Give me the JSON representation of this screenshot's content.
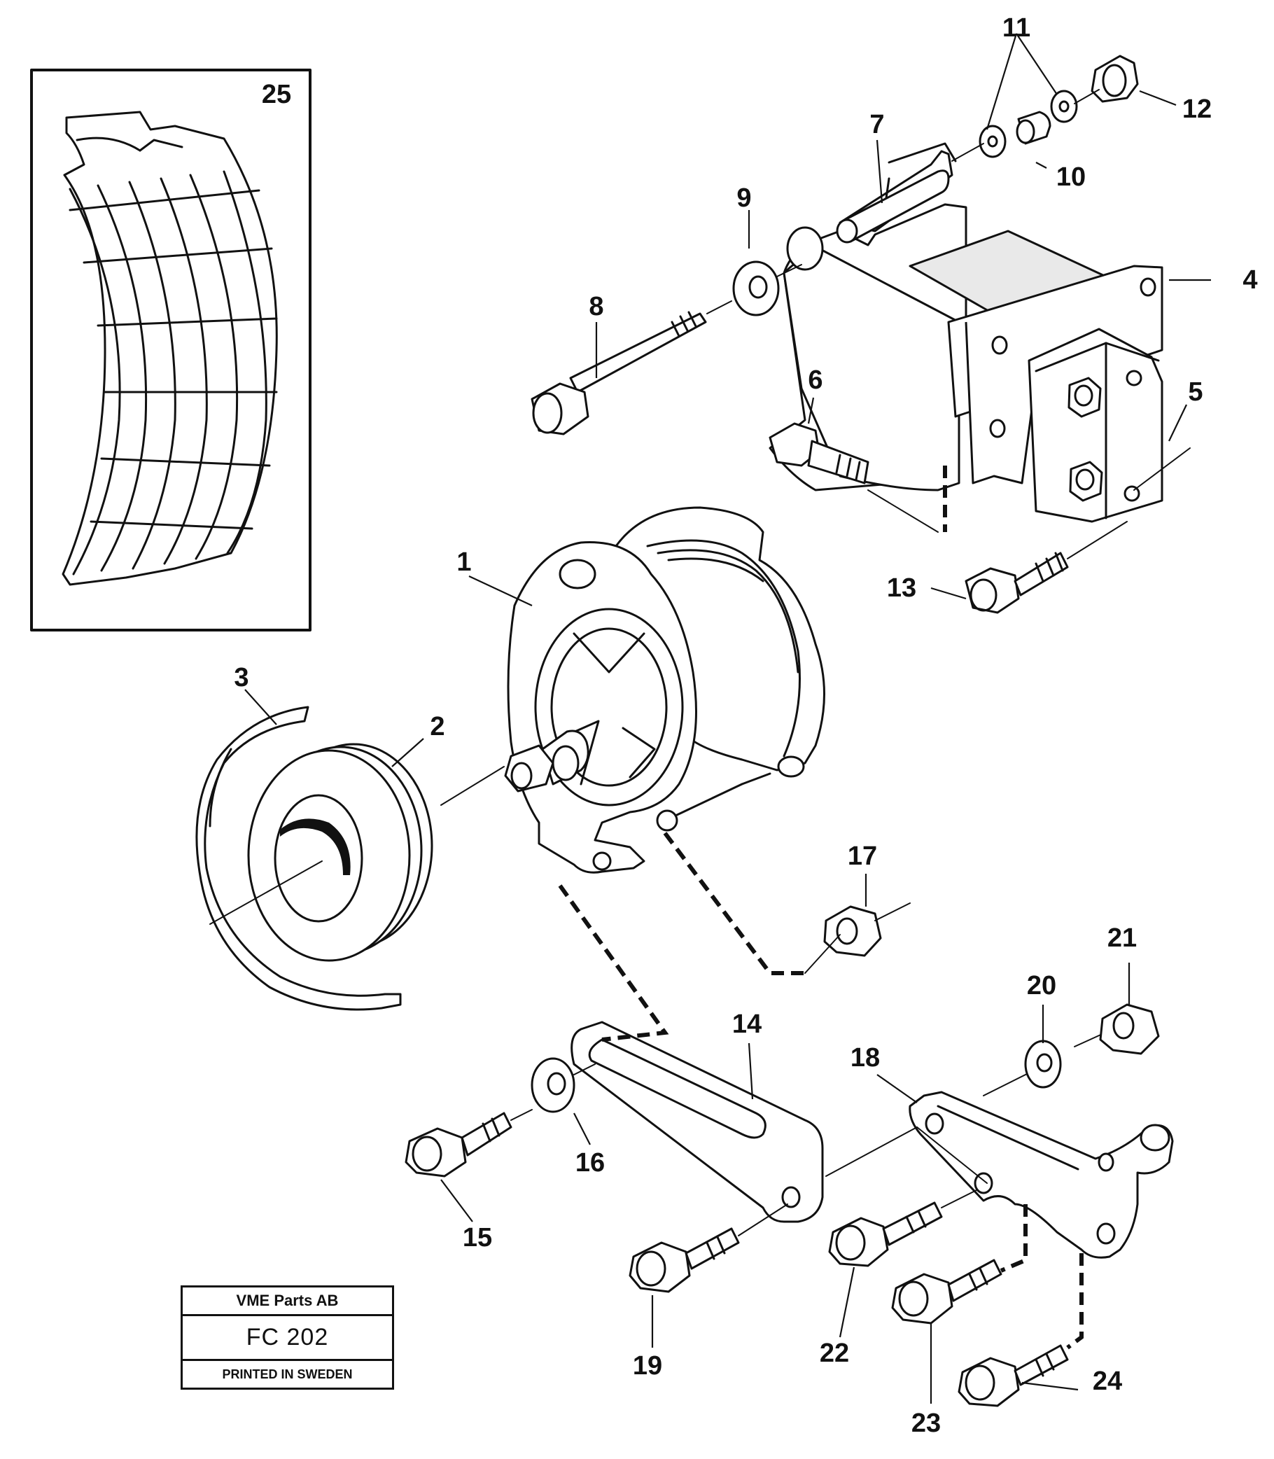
{
  "diagram": {
    "part_labels": [
      "1",
      "2",
      "3",
      "4",
      "5",
      "6",
      "7",
      "8",
      "9",
      "10",
      "11",
      "12",
      "13",
      "14",
      "15",
      "16",
      "17",
      "18",
      "19",
      "20",
      "21",
      "22",
      "23",
      "24",
      "25"
    ]
  },
  "title_block": {
    "company": "VME Parts AB",
    "code": "FC 202",
    "printed": "PRINTED IN SWEDEN"
  }
}
